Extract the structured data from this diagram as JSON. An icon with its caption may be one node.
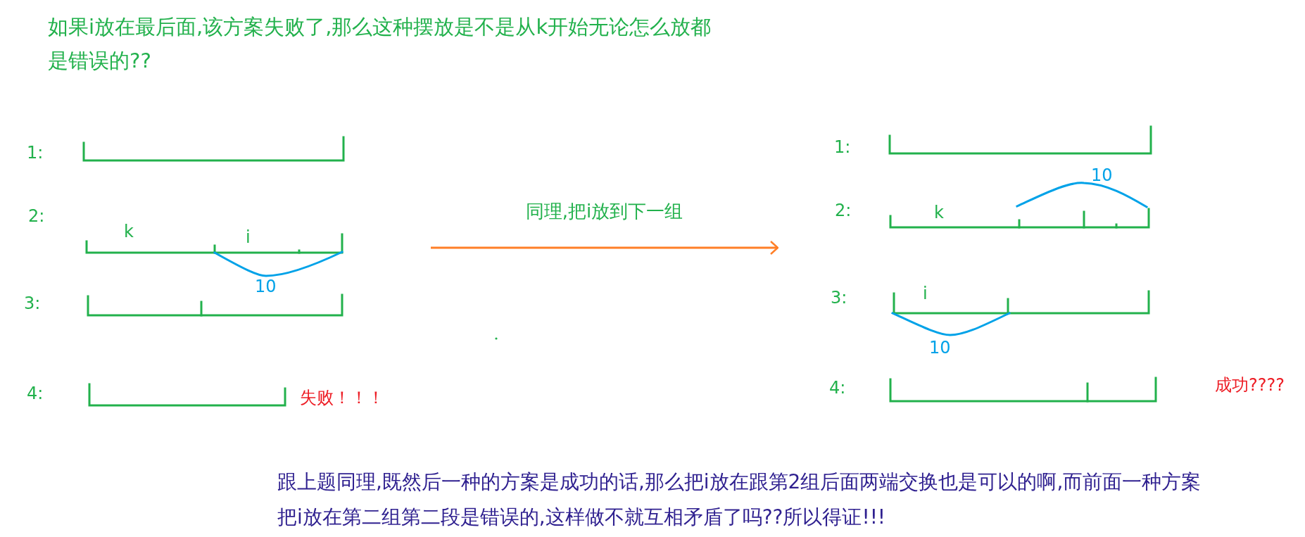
{
  "diagram": {
    "nodes": [
      {
        "text": [],
        "shape": "picture"
      },
      {
        "text": [],
        "shape": "picture"
      }
    ],
    "edges": [
      {
        "from": 0,
        "to": 1,
        "arrow": "to",
        "label": "同理,把i放到下一组",
        "color": "#ff7f27"
      }
    ],
    "labels": [
      "如果i放在最后面,该方案失败了,那么这种摆放是不是从k开始无论怎么放都是错误的??",
      "1:",
      "2:",
      "k",
      "i",
      "10",
      "3:",
      "4:",
      "失败！！！",
      "1:",
      "2:",
      "k",
      "10",
      "3:",
      "i",
      "10",
      "4:",
      "成功????",
      "跟上题同理,既然后一种的方案是成功的话,那么把i放在跟第2组后面两端交换也是可以的啊,而前面一种方案把i放在第二组第二段是错误的,这样做不就互相矛盾了吗??所以得证!!!"
    ]
  }
}
